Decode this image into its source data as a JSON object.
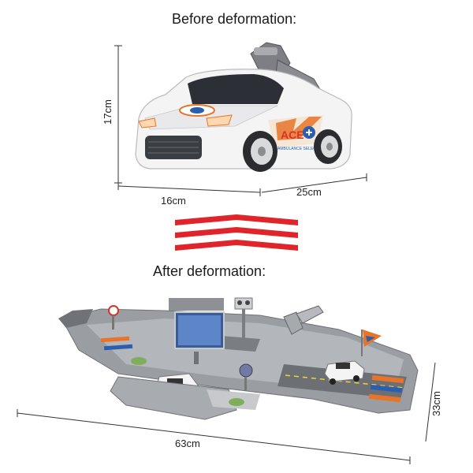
{
  "before": {
    "title": "Before deformation:"
  },
  "after": {
    "title": "After deformation:"
  },
  "car": {
    "height": "17cm",
    "width": "16cm",
    "length": "25cm",
    "badge_text": "ACE",
    "badge_sub": "AMBULANCE SELECT"
  },
  "playset": {
    "length": "63cm",
    "depth": "33cm"
  },
  "colors": {
    "arrow_red": "#e0252a",
    "car_white": "#f4f4f4",
    "track_grey": "#8f9398",
    "accent_orange": "#e8742a",
    "accent_blue": "#2a5fb0"
  },
  "icons": {
    "transform_arrow": "triple-chevron-down-icon"
  }
}
